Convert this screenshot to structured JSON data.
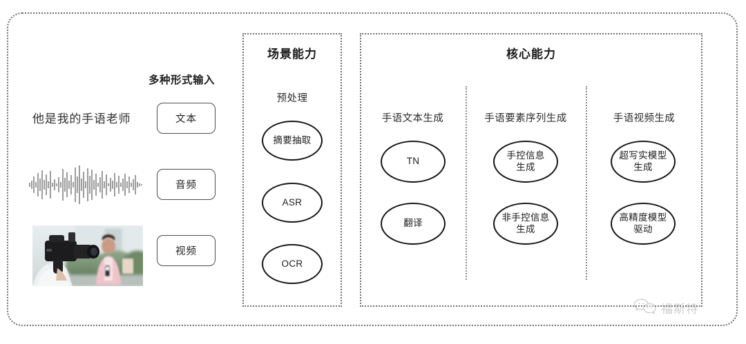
{
  "diagram": {
    "title_hidden": "",
    "input_section": {
      "label": "多种形式输入",
      "sample_sentence": "他是我的手语老师",
      "modality_buttons": [
        {
          "label": "文本",
          "name": "text"
        },
        {
          "label": "音频",
          "name": "audio"
        },
        {
          "label": "视频",
          "name": "video"
        }
      ],
      "waveform_icon": "audio-waveform-icon",
      "video_thumbnail_icon": "camera-reporter-photo"
    },
    "scene_panel": {
      "title": "场景能力",
      "columns": [
        {
          "heading": "预处理",
          "nodes": [
            "摘要抽取",
            "ASR",
            "OCR"
          ]
        }
      ]
    },
    "core_panel": {
      "title": "核心能力",
      "columns": [
        {
          "heading": "手语文本生成",
          "nodes": [
            "TN",
            "翻译"
          ]
        },
        {
          "heading": "手语要素序列生成",
          "nodes": [
            "手控信息\n生成",
            "非手控信息\n生成"
          ]
        },
        {
          "heading": "手语视频生成",
          "nodes": [
            "超写实模型\n生成",
            "高精度模型\n驱动"
          ]
        }
      ]
    },
    "watermark": {
      "text": "福斯特",
      "icon": "wechat-bubbles-icon"
    },
    "colors": {
      "frame_border": "#6e6e6e",
      "node_border": "#151515",
      "text": "#262626",
      "watermark": "#8c8c8c",
      "background": "#ffffff"
    }
  }
}
